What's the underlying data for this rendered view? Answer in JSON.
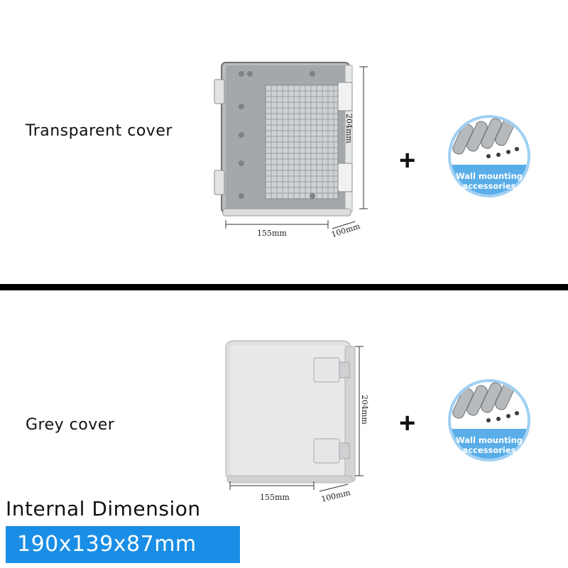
{
  "section_top": {
    "cover_label": "Transparent cover",
    "height_dim": "204mm",
    "width_dim": "155mm",
    "depth_dim": "100mm",
    "plus": "+",
    "badge_line1": "Wall mounting",
    "badge_line2": "accessories"
  },
  "section_bottom": {
    "cover_label": "Grey cover",
    "height_dim": "204mm",
    "width_dim": "155mm",
    "depth_dim": "100mm",
    "plus": "+",
    "badge_line1": "Wall mounting",
    "badge_line2": "accessories"
  },
  "internal": {
    "title": "Internal Dimension",
    "value": "190x139x87mm"
  },
  "colors": {
    "accent_blue": "#1a8ee6",
    "badge_ring": "#5aaee8",
    "divider": "#000000"
  }
}
